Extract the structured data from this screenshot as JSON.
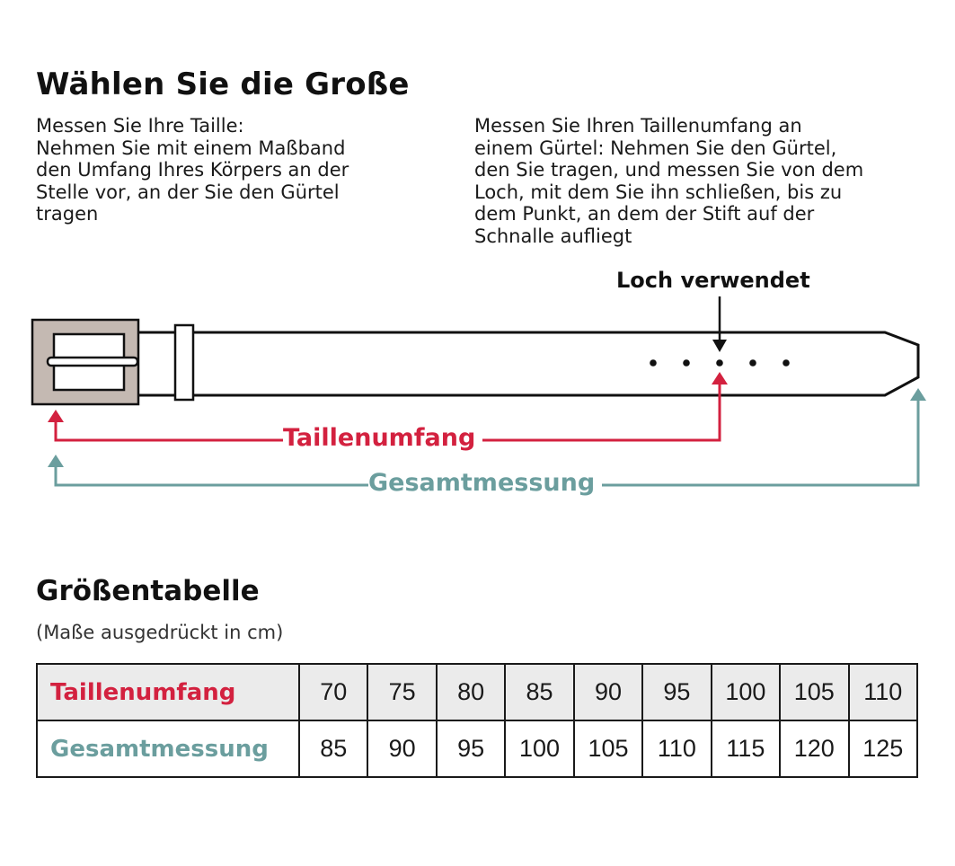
{
  "heading": "Wählen Sie die Große",
  "left_text": [
    "Messen Sie Ihre Taille:",
    "Nehmen Sie mit einem Maßband",
    "den Umfang Ihres Körpers an der",
    "Stelle vor, an der Sie den Gürtel",
    "tragen"
  ],
  "right_text": [
    "Messen Sie Ihren Taillenumfang an",
    "einem Gürtel: Nehmen Sie den Gürtel,",
    "den Sie tragen, und messen Sie von dem",
    "Loch, mit dem Sie ihn schließen, bis zu",
    "dem Punkt, an dem der Stift auf der",
    "Schnalle aufliegt"
  ],
  "diagram": {
    "hole_label": "Loch verwendet",
    "waist_label": "Taillenumfang",
    "total_label": "Gesamtmessung",
    "colors": {
      "waist": "#d3213f",
      "total": "#6b9e9e",
      "buckle": "#c4b9b2"
    }
  },
  "size_chart": {
    "title": "Größentabelle",
    "note": "(Maße ausgedrückt in cm)",
    "rows": [
      {
        "label": "Taillenumfang",
        "values": [
          "70",
          "75",
          "80",
          "85",
          "90",
          "95",
          "100",
          "105",
          "110"
        ]
      },
      {
        "label": "Gesamtmessung",
        "values": [
          "85",
          "90",
          "95",
          "100",
          "105",
          "110",
          "115",
          "120",
          "125"
        ]
      }
    ]
  }
}
